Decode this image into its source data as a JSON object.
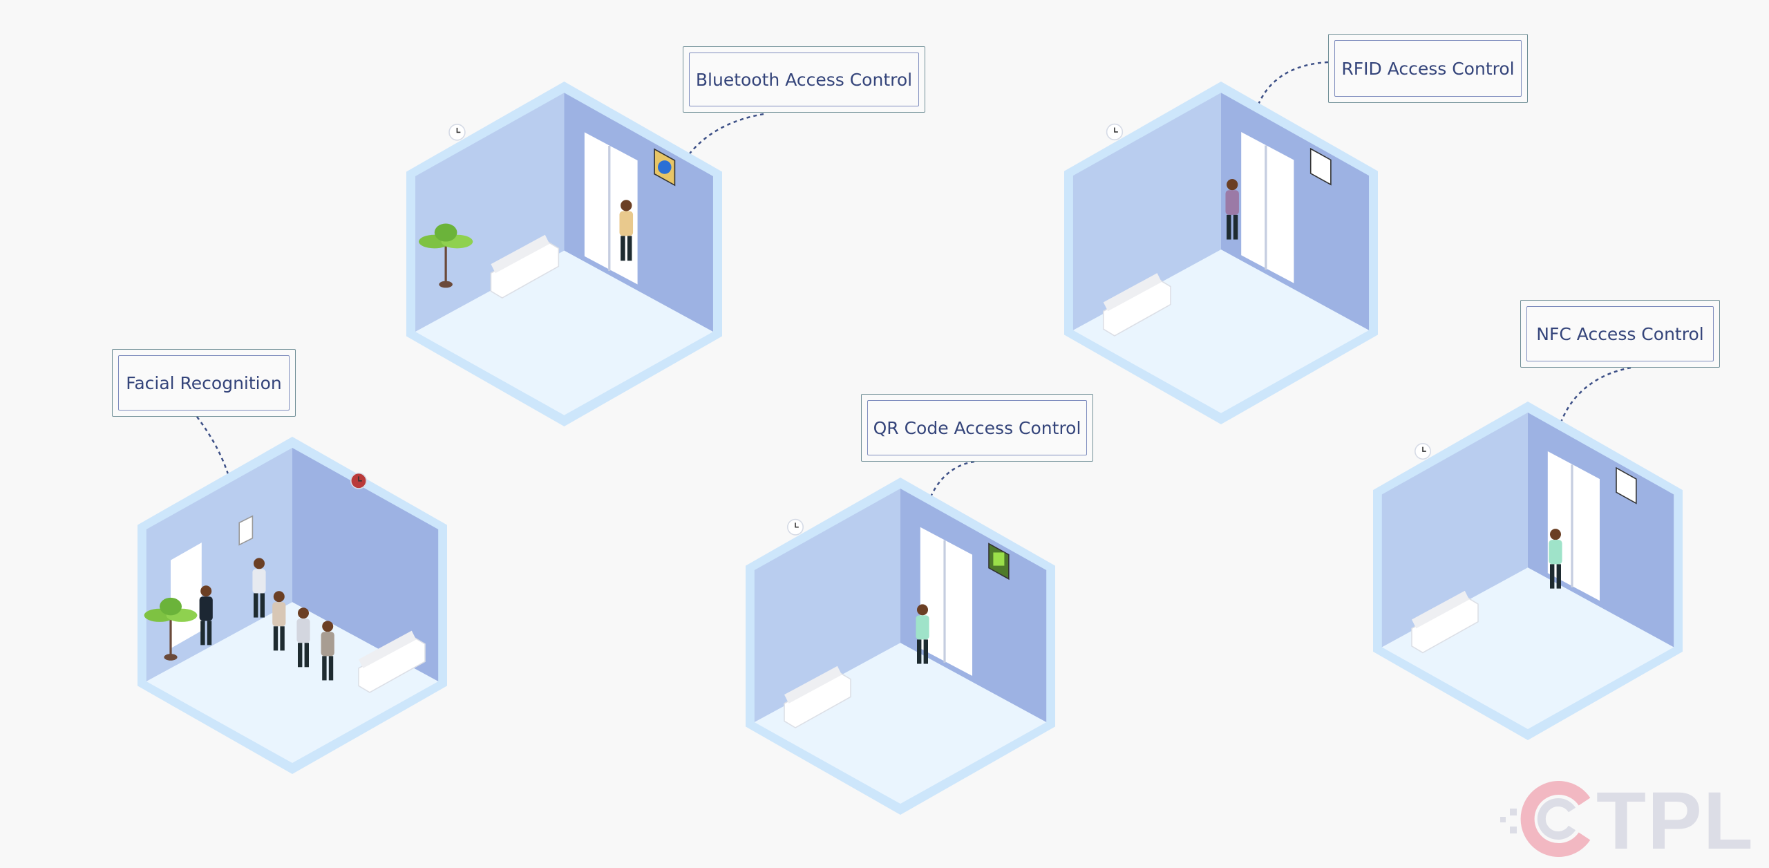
{
  "rooms": [
    {
      "id": "bluetooth",
      "label": "Bluetooth Access Control",
      "device": "bluetooth-reader",
      "people": 1,
      "plant": true
    },
    {
      "id": "rfid",
      "label": "RFID Access Control",
      "device": "rfid-reader",
      "people": 1,
      "plant": false
    },
    {
      "id": "facial",
      "label": "Facial Recognition",
      "device": "face-scanner",
      "people": 5,
      "plant": true
    },
    {
      "id": "qr",
      "label": "QR Code Access Control",
      "device": "qr-reader",
      "people": 1,
      "plant": false
    },
    {
      "id": "nfc",
      "label": "NFC Access Control",
      "device": "nfc-reader",
      "people": 1,
      "plant": false
    }
  ],
  "logo": {
    "text": "TPL",
    "full": "CTPL",
    "accent": "#f2b8c2",
    "gray": "#dcdde6"
  },
  "colors": {
    "frame": "#cde6fb",
    "left_wall": "#b9cdef",
    "right_wall": "#9db2e3",
    "floor": "#eaf5fe",
    "connector": "#3c4f86"
  }
}
